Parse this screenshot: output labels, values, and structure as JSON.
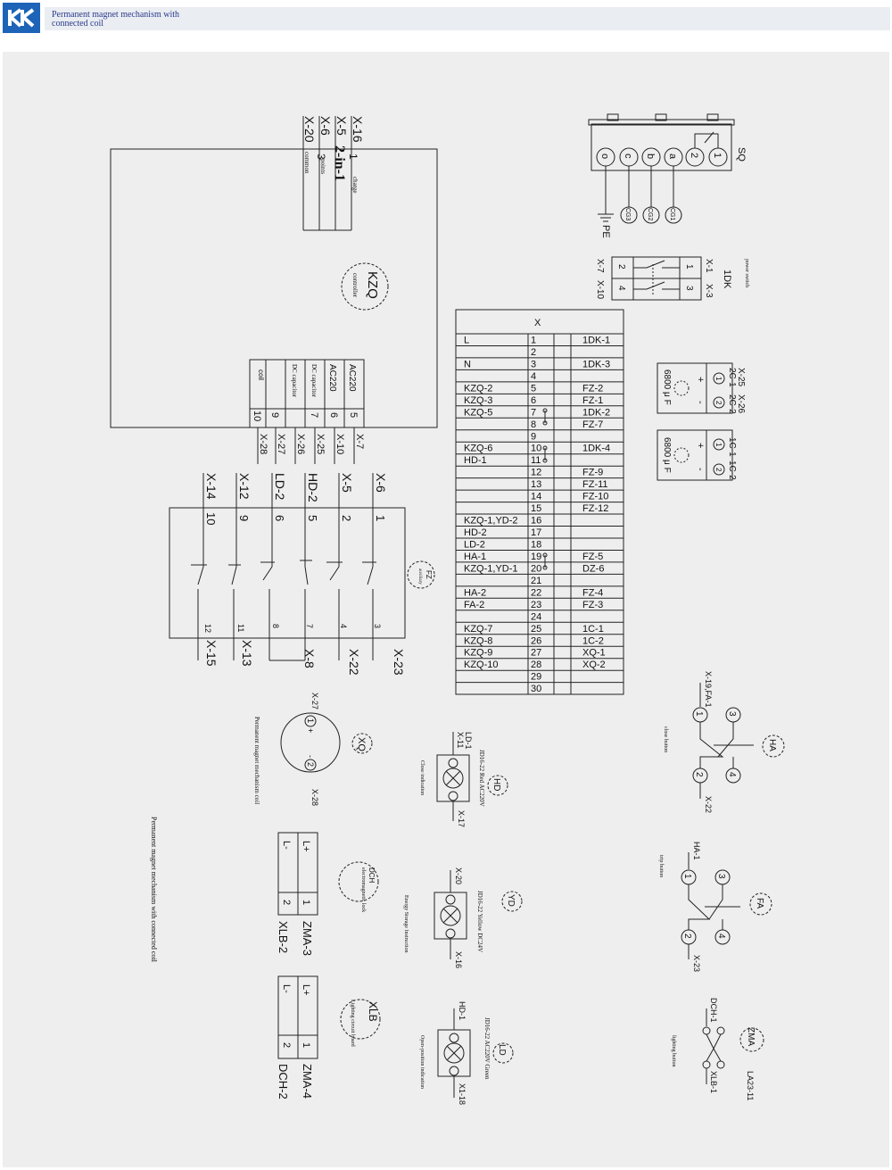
{
  "header": {
    "title": "Permanent magnet mechanism with connected coil",
    "logo_color": "#1d63b8",
    "title_color": "#2a3b8f"
  },
  "colors": {
    "panel": "#eeeeee",
    "line": "#222222"
  },
  "kzq": {
    "top_terminals": [
      "X-16",
      "X-5",
      "X-6",
      "X-20"
    ],
    "top_pins": [
      "1",
      "2-in-1",
      "3"
    ],
    "top_notes": [
      "charge",
      "points",
      "common"
    ],
    "name": "KZQ",
    "sub": "controller",
    "bottom_labels": [
      "AC220",
      "AC220",
      "DC capacitor",
      "DC capacitor",
      "coil"
    ],
    "bottom_pins": [
      "5",
      "6",
      "7",
      "9",
      "10"
    ],
    "bottom_terminals": [
      "X-7",
      "X-10",
      "X-25",
      "X-26",
      "X-27",
      "X-28"
    ]
  },
  "fz": {
    "top_terminals": [
      "X-6",
      "X-5",
      "HD-2",
      "LD-2",
      "X-12",
      "X-14"
    ],
    "top_pins": [
      "1",
      "2",
      "5",
      "6",
      "9",
      "10"
    ],
    "bottom_pins": [
      "3",
      "4",
      "7",
      "8",
      "11",
      "12"
    ],
    "bottom_terminals": [
      "X-23",
      "X-22",
      "X-8",
      "X-13",
      "X-15"
    ],
    "name": "FZ",
    "sub": "auxiliary"
  },
  "sq": {
    "name": "SQ",
    "circles": [
      "1",
      "2",
      "a",
      "b",
      "c",
      "o"
    ],
    "cg": [
      "CG1",
      "CG2",
      "CG3"
    ],
    "pe": "PE"
  },
  "dk": {
    "terminals": [
      "X-1",
      "X-3",
      "X-7",
      "X-10"
    ],
    "pins": [
      "1",
      "3",
      "2",
      "4"
    ],
    "name": "1DK",
    "note": "power switch"
  },
  "caps": [
    {
      "terminals": [
        "X-25",
        "X-26"
      ],
      "pins": [
        "2C-1",
        "2C-2"
      ],
      "circles": [
        "1",
        "2"
      ],
      "signs": [
        "+",
        "-"
      ],
      "value": "6800 μ F"
    },
    {
      "terminals": [
        "",
        ""
      ],
      "pins": [
        "1C-1",
        "1C-2"
      ],
      "circles": [
        "1",
        "2"
      ],
      "signs": [
        "+",
        "-"
      ],
      "value": "6800 μ F"
    }
  ],
  "table": {
    "title": "X",
    "rows": [
      {
        "left": "L",
        "num": "1",
        "right": "1DK-1"
      },
      {
        "left": "",
        "num": "2",
        "right": ""
      },
      {
        "left": "N",
        "num": "3",
        "right": "1DK-3"
      },
      {
        "left": "",
        "num": "4",
        "right": ""
      },
      {
        "left": "KZQ-2",
        "num": "5",
        "right": "FZ-2"
      },
      {
        "left": "KZQ-3",
        "num": "6",
        "right": "FZ-1"
      },
      {
        "left": "KZQ-5",
        "num": "7",
        "right": "1DK-2"
      },
      {
        "left": "",
        "num": "8",
        "right": "FZ-7"
      },
      {
        "left": "",
        "num": "9",
        "right": ""
      },
      {
        "left": "KZQ-6",
        "num": "10",
        "right": "1DK-4"
      },
      {
        "left": "HD-1",
        "num": "11",
        "right": ""
      },
      {
        "left": "",
        "num": "12",
        "right": "FZ-9"
      },
      {
        "left": "",
        "num": "13",
        "right": "FZ-11"
      },
      {
        "left": "",
        "num": "14",
        "right": "FZ-10"
      },
      {
        "left": "",
        "num": "15",
        "right": "FZ-12"
      },
      {
        "left": "KZQ-1,YD-2",
        "num": "16",
        "right": ""
      },
      {
        "left": "HD-2",
        "num": "17",
        "right": ""
      },
      {
        "left": "LD-2",
        "num": "18",
        "right": ""
      },
      {
        "left": "HA-1",
        "num": "19",
        "right": "FZ-5"
      },
      {
        "left": "KZQ-1,YD-1",
        "num": "20",
        "right": "DZ-6"
      },
      {
        "left": "",
        "num": "21",
        "right": ""
      },
      {
        "left": "HA-2",
        "num": "22",
        "right": "FZ-4"
      },
      {
        "left": "FA-2",
        "num": "23",
        "right": "FZ-3"
      },
      {
        "left": "",
        "num": "24",
        "right": ""
      },
      {
        "left": "KZQ-7",
        "num": "25",
        "right": "1C-1"
      },
      {
        "left": "KZQ-8",
        "num": "26",
        "right": "1C-2"
      },
      {
        "left": "KZQ-9",
        "num": "27",
        "right": "XQ-1"
      },
      {
        "left": "KZQ-10",
        "num": "28",
        "right": "XQ-2"
      },
      {
        "left": "",
        "num": "29",
        "right": ""
      },
      {
        "left": "",
        "num": "30",
        "right": ""
      }
    ]
  },
  "xq": {
    "terminals": [
      "X-27",
      "X-28"
    ],
    "pins": [
      "1",
      "2"
    ],
    "signs": [
      "+",
      "-"
    ],
    "name": "XQ",
    "note": "Permanent magnet mechanism coil"
  },
  "lamps": [
    {
      "name": "HD",
      "top": "LD-1",
      "top2": "X-11",
      "bottom": "X-17",
      "spec": "JD16-22 Red AC220V",
      "note": "Close indication"
    },
    {
      "name": "YD",
      "top": "X-20",
      "top2": "",
      "bottom": "X-16",
      "spec": "JD16-22 Yellow DC24V",
      "note": "Energy Storage Instruction"
    },
    {
      "name": "LD",
      "top": "HD-1",
      "top2": "",
      "bottom": "X1-18",
      "spec": "JD16-22 AC220V Green",
      "note": "Open-position indication"
    }
  ],
  "ha": {
    "top": "X-19,FA-1",
    "bottom": "X-22",
    "name": "HA",
    "note": "close button",
    "pins": [
      "1",
      "3",
      "2",
      "4"
    ]
  },
  "fa": {
    "top": "HA-1",
    "bottom": "X-23",
    "name": "FA",
    "note": "trip button",
    "pins": [
      "1",
      "3",
      "2",
      "4"
    ]
  },
  "zma": {
    "top": "DCH-1",
    "bottom": "XLB-1",
    "name": "ZMA",
    "note": "lighting button",
    "spec": "LA23-11"
  },
  "dch": {
    "labels": [
      "L+",
      "L-"
    ],
    "pins": [
      "1",
      "2"
    ],
    "right": "ZMA-3",
    "bottom": "XLB-2",
    "name": "DCH",
    "note": "electromagnetic lock"
  },
  "xlb": {
    "labels": [
      "L+",
      "L-"
    ],
    "pins": [
      "1",
      "2"
    ],
    "right": "ZMA-4",
    "bottom": "DCH-2",
    "name": "XLB",
    "note": "Lighting circuit board"
  },
  "footer_note": "Permanent magnet mechanism with connected coil"
}
